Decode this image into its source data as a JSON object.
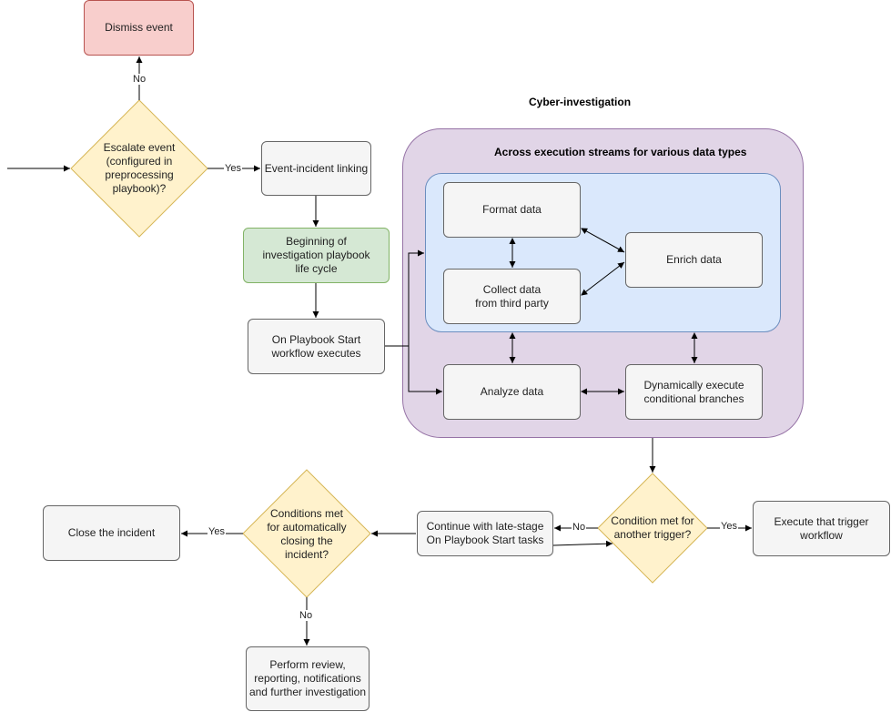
{
  "diagram": {
    "group_outer_title": "Cyber-investigation",
    "group_inner_title": "Across execution streams for various data types",
    "nodes": {
      "dismiss": "Dismiss event",
      "escalate": "Escalate event\n(configured in\npreprocessing\nplaybook)?",
      "linking": "Event-incident linking",
      "beginning": "Beginning of\ninvestigation playbook\nlife cycle",
      "on_start": "On Playbook Start\nworkflow executes",
      "format": "Format data",
      "collect": "Collect data\nfrom third party",
      "enrich": "Enrich data",
      "analyze": "Analyze data",
      "dynamic": "Dynamically execute\nconditional branches",
      "condition_trigger": "Condition met for\nanother trigger?",
      "execute_trigger": "Execute that trigger\nworkflow",
      "continue": "Continue with late-stage\nOn Playbook Start tasks",
      "conditions_close": "Conditions met\nfor automatically\nclosing the\nincident?",
      "close": "Close the incident",
      "review": "Perform review,\nreporting, notifications\nand further investigation"
    },
    "edge_labels": {
      "escalate_no": "No",
      "escalate_yes": "Yes",
      "trigger_yes": "Yes",
      "trigger_no": "No",
      "close_yes": "Yes",
      "close_no": "No"
    },
    "colors": {
      "default_fill": "#f5f5f5",
      "default_stroke": "#666666",
      "red_fill": "#f8cecc",
      "red_stroke": "#b85450",
      "green_fill": "#d5e8d4",
      "green_stroke": "#82b366",
      "diamond_fill": "#fff2cc",
      "diamond_stroke": "#d6b656",
      "purple_fill": "#e1d5e7",
      "purple_stroke": "#9673a6",
      "blue_fill": "#dae8fc",
      "blue_stroke": "#6c8ebf"
    }
  }
}
